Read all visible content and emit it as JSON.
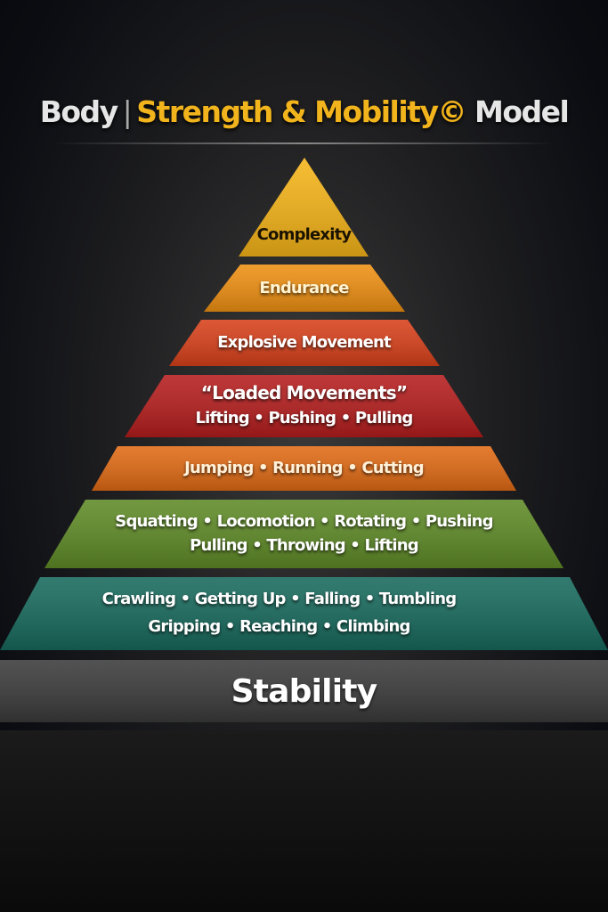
{
  "title": {
    "part1": "Body",
    "separator": "|",
    "part2": "Strength & Mobility©",
    "part3": "Model"
  },
  "layers": [
    {
      "name": "complexity",
      "lines": [
        "Complexity"
      ],
      "color": "#f5b418"
    },
    {
      "name": "endurance",
      "lines": [
        "Endurance"
      ],
      "color": "#ee8f12"
    },
    {
      "name": "explosive-movement",
      "lines": [
        "Explosive Movement"
      ],
      "color": "#d7401a"
    },
    {
      "name": "loaded-movements",
      "lines": [
        "“Loaded Movements”",
        "Lifting • Pushing • Pulling"
      ],
      "color": "#b51d1d"
    },
    {
      "name": "jumping-running-cutting",
      "lines": [
        "Jumping • Running • Cutting"
      ],
      "color": "#e06a14"
    },
    {
      "name": "fundamental-movements",
      "lines": [
        "Squatting • Locomotion • Rotating • Pushing",
        "Pulling • Throwing • Lifting"
      ],
      "color": "#5e8a26"
    },
    {
      "name": "primitive-movements",
      "lines": [
        "Crawling • Getting Up • Falling • Tumbling",
        "Gripping • Reaching • Climbing"
      ],
      "color": "#17695c"
    }
  ],
  "base": {
    "label": "Stability",
    "color": "#3a3a3a"
  }
}
